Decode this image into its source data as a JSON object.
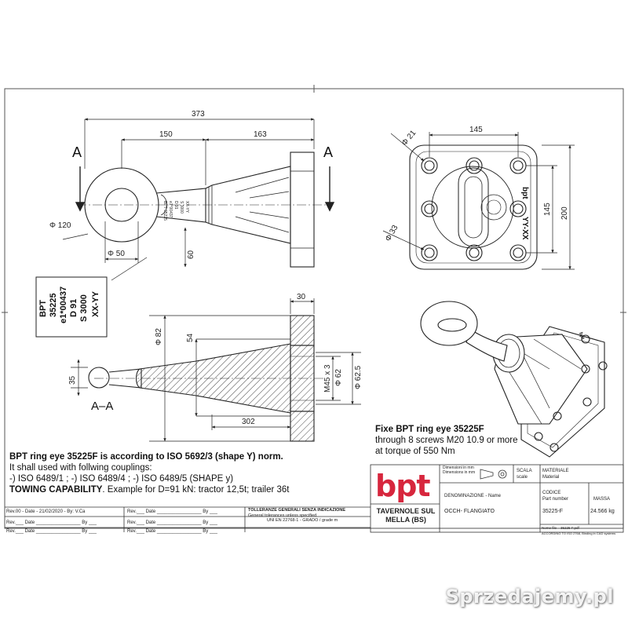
{
  "dimensions": {
    "overall_length": "373",
    "eye_to_flange": "150",
    "flange_section": "163",
    "eye_diameter": "Φ 120",
    "eye_bore": "Φ 50",
    "eye_height": "60",
    "flange_hole_dia": "Φ 21",
    "bolt_spacing_h": "145",
    "bolt_spacing_v": "145",
    "flange_height": "200",
    "center_bore": "Φ 33",
    "flange_thickness": "30",
    "spigot_dia": "Φ 82",
    "step_dia": "54",
    "shank_dia": "35",
    "thread": "M45 x 3",
    "dia_62": "Φ 62",
    "dia_625": "Φ 62.5",
    "length_302": "302"
  },
  "labels": {
    "section_mark_left": "A",
    "section_mark_right": "A",
    "section_view": "A–A"
  },
  "stamp": {
    "lines": [
      "BPT",
      "35225",
      "e1*00437",
      "D 91",
      "S 3000",
      "XX-YY"
    ]
  },
  "part_marking_lines": [
    "bpt",
    "YY-XX"
  ],
  "iso_view_caption": {
    "title": "Fixe BPT ring eye 35225F",
    "line2": "through 8 screws M20 10.9 or more",
    "line3": "at torque of 550 Nm"
  },
  "notes": {
    "line1": "BPT ring eye 35225F is according to ISO 5692/3 (shape Y) norm.",
    "line2": "It  shall used with follwing couplings:",
    "line3": "-) ISO 6489/1 ; -) ISO 6489/4 ; -) ISO 6489/5 (SHAPE y)",
    "line4_bold": "TOWING CAPABILITY",
    "line4_rest": ". Example for D=91 kN: tractor 12,5t; trailer 36t"
  },
  "title_block": {
    "logo": "bpt",
    "company_line1": "TAVERNOLE SUL",
    "company_line2": "MELLA (BS)",
    "dims_in_mm": "Dimensioni in  mm",
    "dims_in_mm_en": "Dimensions in  mm",
    "scale_label": "SCALA",
    "scale_label_en": "scale",
    "material_label": "MATERIALE",
    "material_label_en": "Material",
    "name_label": "DENOMINAZIONE - Name",
    "name_value": "OCCH- FLANGIATO",
    "code_label": "CODICE",
    "code_label_en": "Part number",
    "code_value": "35225-F",
    "mass_label": "MASSA",
    "mass_value": "24.566 kg",
    "file_name_label": "Nome file",
    "file_name_value": "35225-F.pdf",
    "footnote": "ACCORDING TO ISO 2768, Binding in CAD systems",
    "tolerance_line1": "TOLLERANZE GENERALI SENZA INDICAZIONE",
    "tolerance_line2": "General tolerances unless specified",
    "tolerance_line3": "UNI EN 22768-1 - GRADO / grade m",
    "rev0": "Rev.00 - Date - 21/02/2020 - By: V.Ca",
    "rev_blank_1": "Rev.___ Date _________________ By ___",
    "rev_blank_2": "Rev.___ Date _________________ By ___",
    "rev_blank_3": "Rev.___ Date _________________ By ___",
    "rev_blank_4": "Rev.___ Date _________________ By ___",
    "rev_blank_5": "Rev.___ Date _________________ By ___"
  },
  "watermark": "Sprzedajemy.pl"
}
